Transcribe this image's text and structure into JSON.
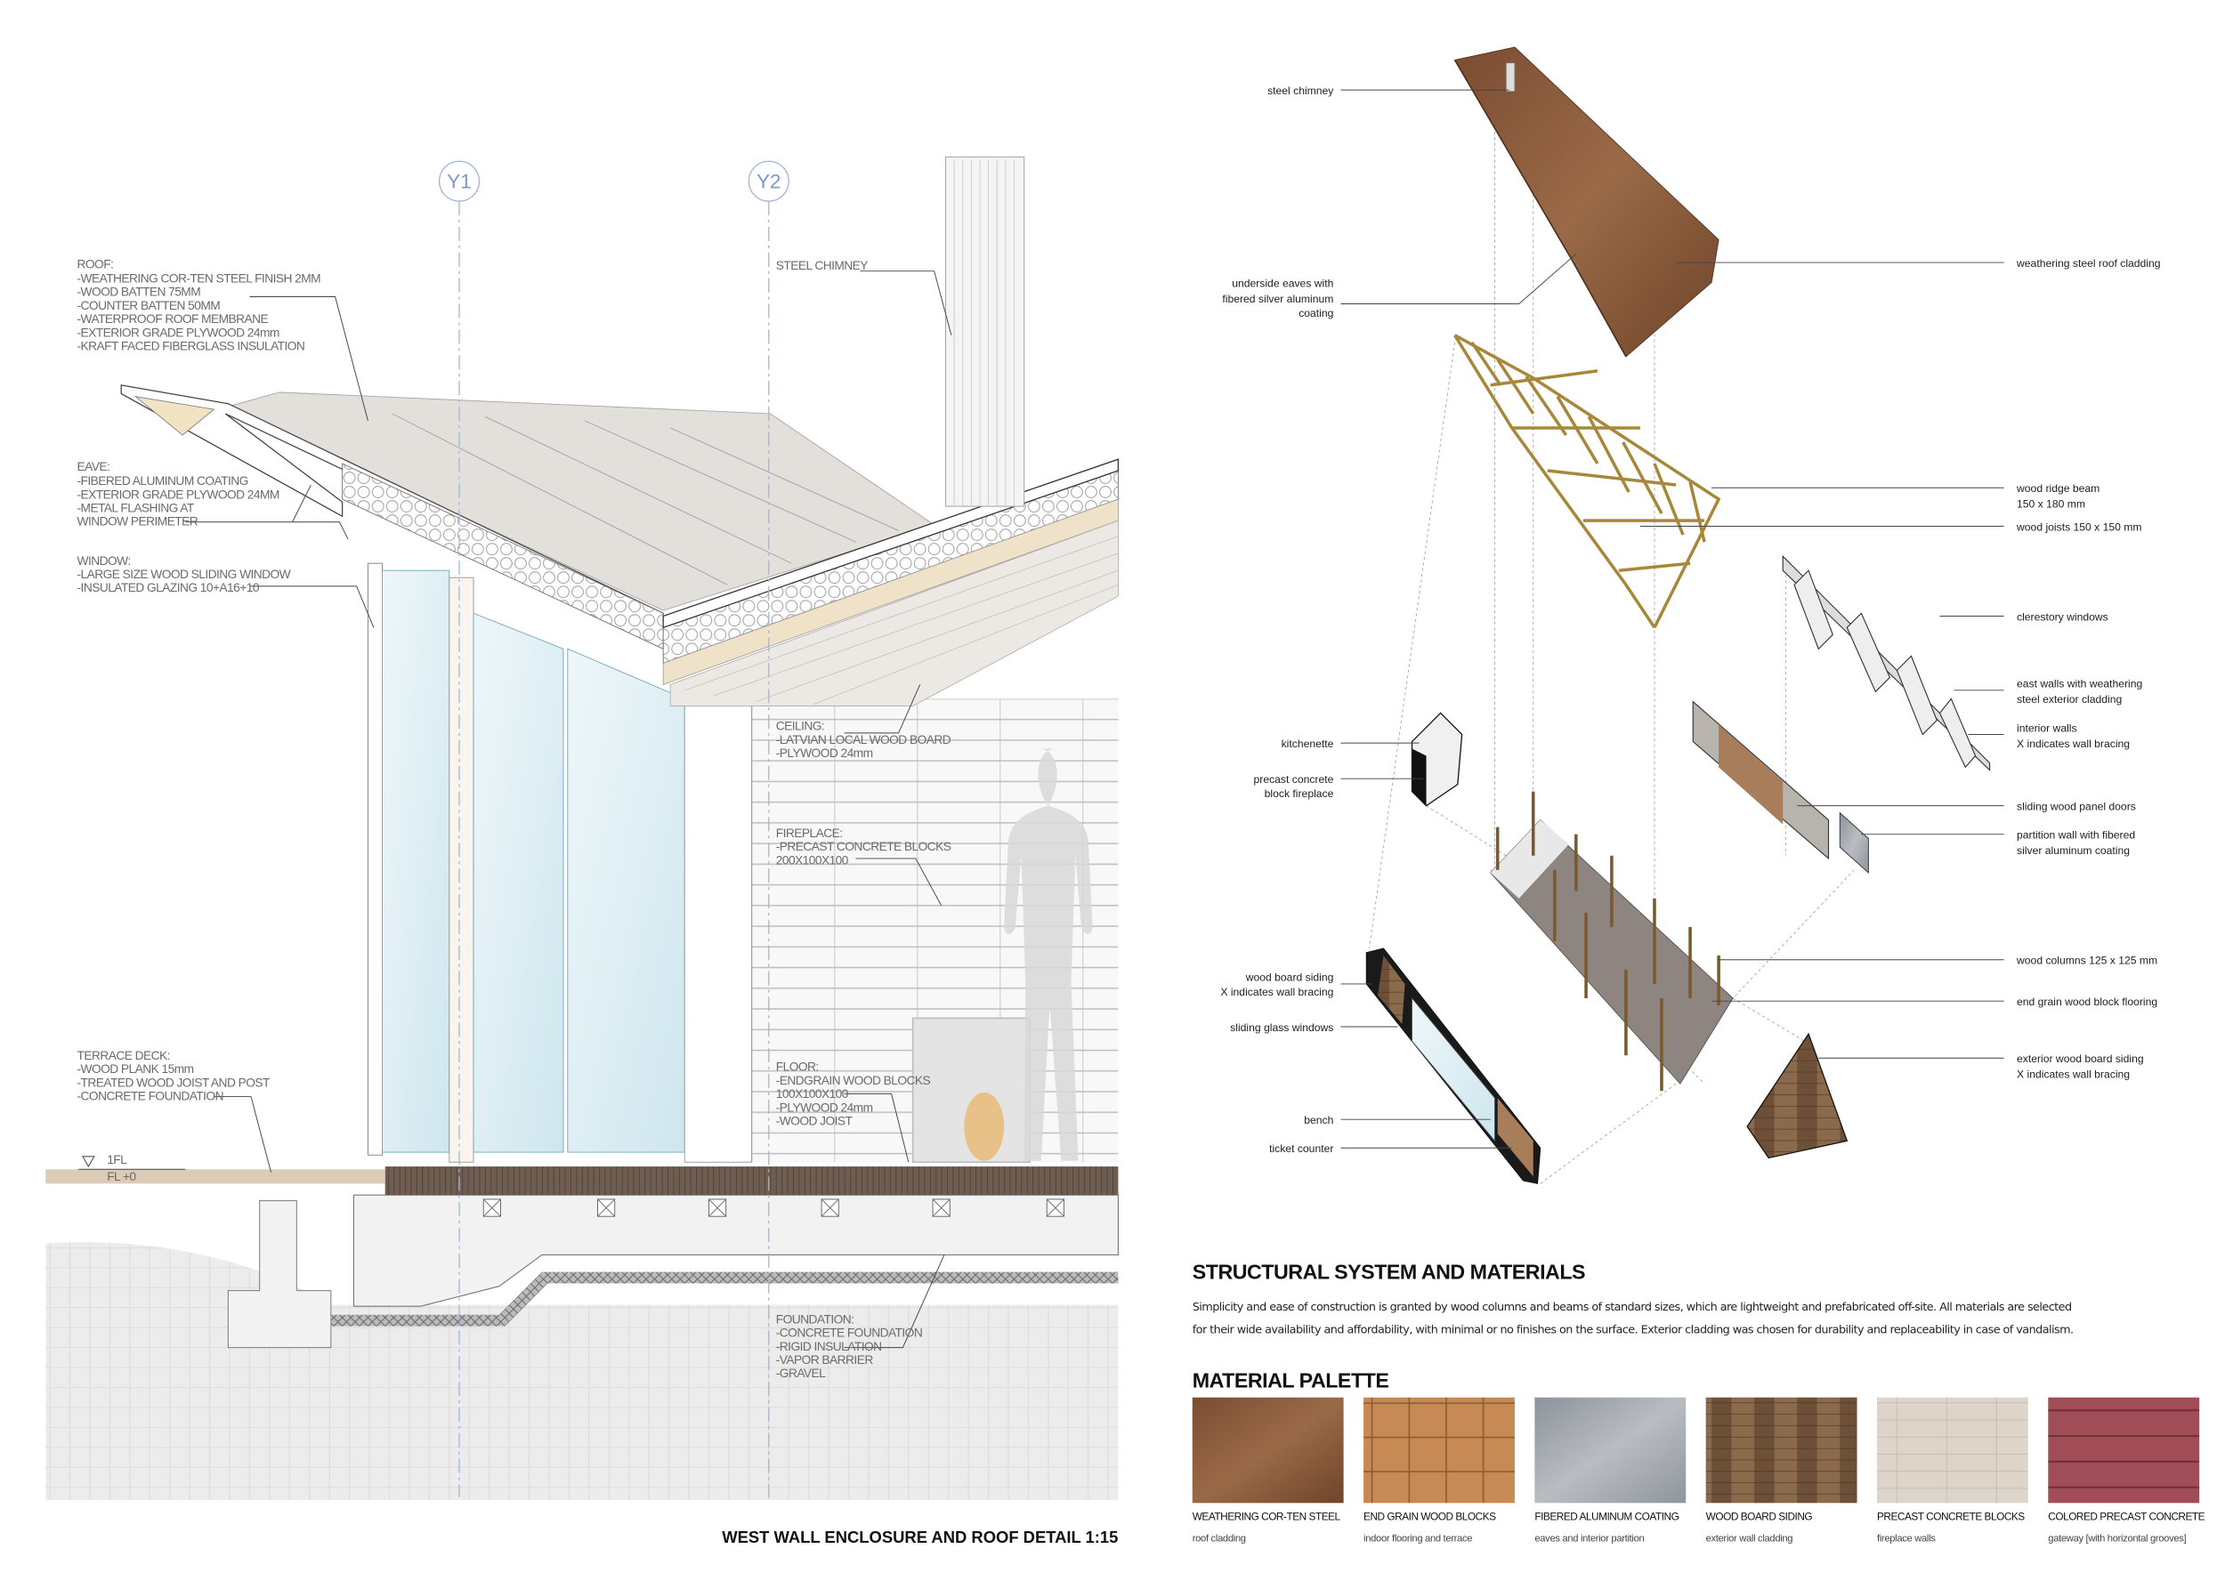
{
  "section": {
    "gridlines": [
      "Y1",
      "Y2"
    ],
    "roof": [
      "ROOF:",
      "-WEATHERING COR-TEN STEEL FINISH  2MM",
      "-WOOD BATTEN 75MM",
      "-COUNTER BATTEN 50MM",
      "-WATERPROOF ROOF MEMBRANE",
      "-EXTERIOR GRADE PLYWOOD  24mm",
      "-KRAFT FACED FIBERGLASS INSULATION"
    ],
    "eave": [
      "EAVE:",
      "-FIBERED ALUMINUM COATING",
      "-EXTERIOR GRADE PLYWOOD  24MM",
      "-METAL FLASHING AT",
      " WINDOW PERIMETER"
    ],
    "window": [
      "WINDOW:",
      "-LARGE SIZE WOOD SLIDING WINDOW",
      "-INSULATED GLAZING 10+A16+10"
    ],
    "chimney": "STEEL CHIMNEY",
    "ceiling": [
      "CEILING:",
      "-LATVIAN LOCAL WOOD BOARD",
      "-PLYWOOD  24mm"
    ],
    "fireplace": [
      "FIREPLACE:",
      "-PRECAST CONCRETE BLOCKS",
      " 200X100X100"
    ],
    "floor": [
      "FLOOR:",
      "-ENDGRAIN WOOD BLOCKS",
      " 100X100X100",
      "-PLYWOOD 24mm",
      "-WOOD JOIST"
    ],
    "terrace": [
      "TERRACE DECK:",
      "-WOOD PLANK 15mm",
      "-TREATED WOOD JOIST AND POST",
      "-CONCRETE FOUNDATION"
    ],
    "level": [
      "1FL",
      "FL +0"
    ],
    "foundation": [
      "FOUNDATION:",
      "-CONCRETE FOUNDATION",
      "-RIGID INSULATION",
      "-VAPOR BARRIER",
      "-GRAVEL"
    ],
    "title": "WEST WALL ENCLOSURE AND ROOF DETAIL 1:15"
  },
  "axon": {
    "left_labels": [
      [
        "steel chimney"
      ],
      [
        "underside eaves with",
        "fibered silver aluminum",
        "coating"
      ],
      [
        "kitchenette"
      ],
      [
        "precast concrete",
        "block fireplace"
      ],
      [
        "wood board siding",
        "X indicates wall bracing"
      ],
      [
        "sliding glass windows"
      ],
      [
        "bench"
      ],
      [
        "ticket counter"
      ]
    ],
    "right_labels": [
      [
        "weathering steel roof cladding"
      ],
      [
        "wood ridge beam",
        "150 x 180 mm"
      ],
      [
        "wood joists 150 x 150 mm"
      ],
      [
        "clerestory windows"
      ],
      [
        "east walls with weathering",
        "steel exterior cladding"
      ],
      [
        "interior walls",
        "X indicates wall bracing"
      ],
      [
        "sliding wood panel doors"
      ],
      [
        "partition wall with fibered",
        "silver aluminum coating"
      ],
      [
        "wood columns 125 x 125 mm"
      ],
      [
        "end grain wood block flooring"
      ],
      [
        "exterior wood board siding",
        "X indicates wall bracing"
      ]
    ]
  },
  "structural": {
    "heading": "STRUCTURAL SYSTEM AND MATERIALS",
    "paragraph": [
      "Simplicity and ease of construction is granted by wood columns and beams of standard sizes, which are lightweight and prefabricated off-site. All materials are selected",
      "for their wide availability and affordability, with minimal or no finishes on the surface. Exterior cladding was chosen for durability and replaceability in case of vandalism."
    ]
  },
  "palette": {
    "heading": "MATERIAL PALETTE",
    "items": [
      {
        "name": "WEATHERING COR-TEN STEEL",
        "use": "roof cladding",
        "color": "#8a5a3b"
      },
      {
        "name": "END GRAIN WOOD BLOCKS",
        "use": "indoor flooring and terrace",
        "color": "#c88a55"
      },
      {
        "name": "FIBERED ALUMINUM COATING",
        "use": "eaves and interior partition",
        "color": "#a4a9b0"
      },
      {
        "name": "WOOD BOARD SIDING",
        "use": "exterior wall cladding",
        "color": "#8b6a4c"
      },
      {
        "name": "PRECAST CONCRETE BLOCKS",
        "use": "fireplace walls",
        "color": "#ddd5ca"
      },
      {
        "name": "COLORED PRECAST CONCRETE",
        "use": "gateway [with horizontal grooves]",
        "color": "#a14d57"
      }
    ]
  },
  "colors": {
    "gridline": "#9fb4e0",
    "corten": "#8a5a3b",
    "timber_frame": "#a8873a",
    "glass": "#dcedf3"
  }
}
